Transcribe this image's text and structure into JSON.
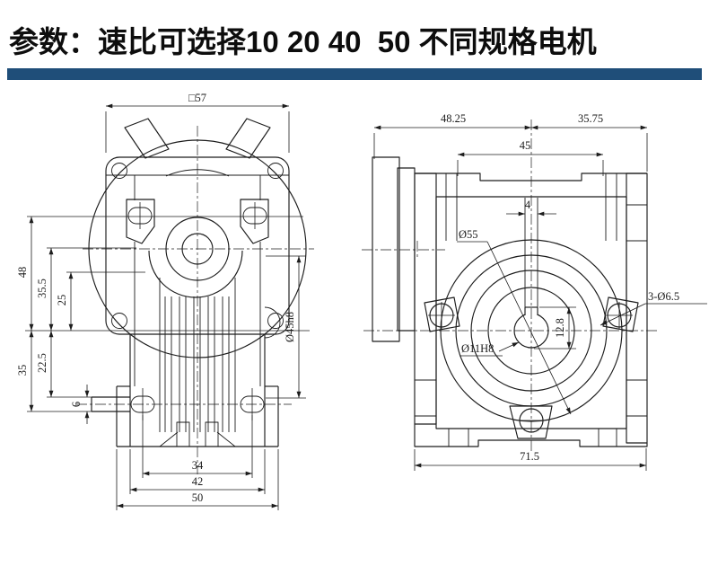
{
  "header": {
    "title": "参数：速比可选择10 20 40  50 不同规格电机",
    "accent_color": "#1F4E79"
  },
  "drawing": {
    "front_view": {
      "flange_square": "□57",
      "center_to_top": "48",
      "center_to_hole": "35.5",
      "center_to_face": "25",
      "center_to_bottom": "35",
      "center_to_foot_hole": "22.5",
      "input_shaft_dia": "6",
      "foot_hole_spacing": "34",
      "body_width": "42",
      "foot_width": "50",
      "hub_diameter": "Ø45h8"
    },
    "side_view": {
      "left_width": "48.25",
      "right_width": "35.75",
      "flange_depth": "45",
      "keyway_width": "4",
      "spigot_diameter": "Ø55",
      "bore_diameter": "Ø11H8",
      "keyway_depth": "12.8",
      "mount_holes": "3-Ø6.5",
      "total_width": "71.5"
    }
  }
}
